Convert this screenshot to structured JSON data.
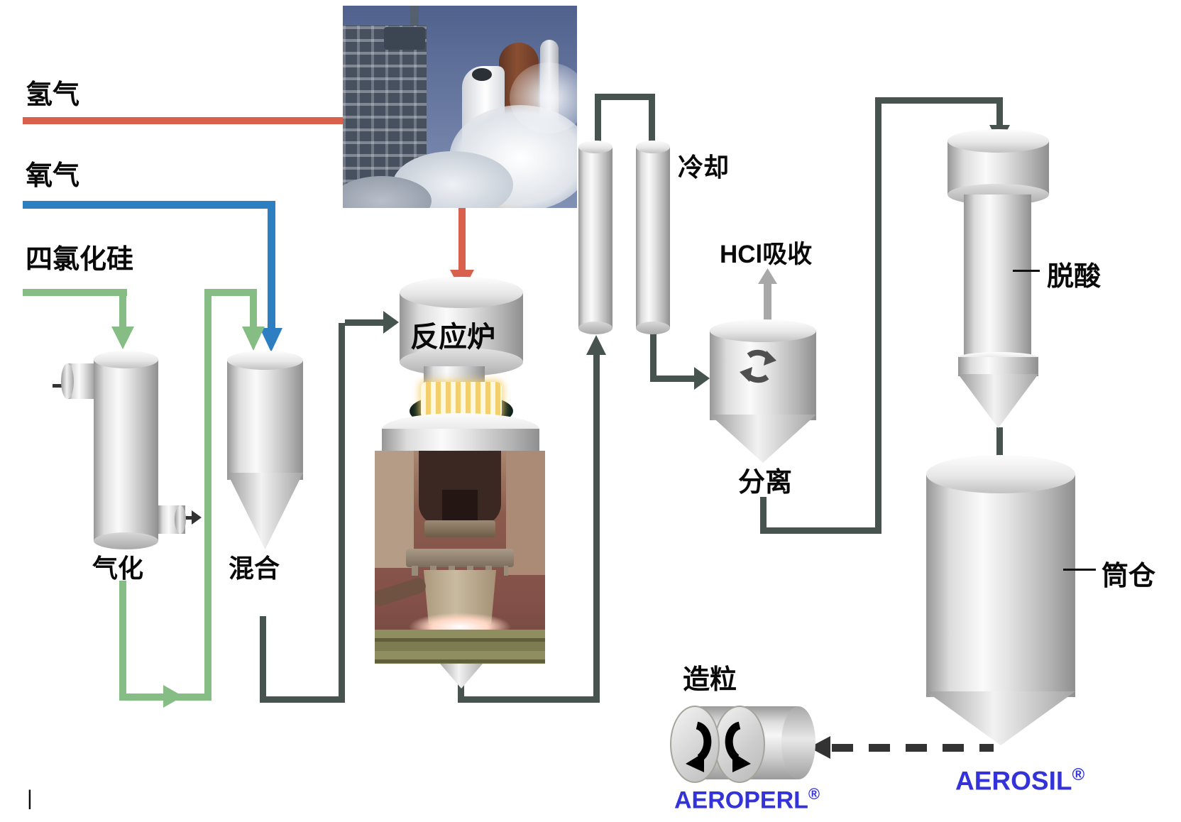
{
  "colors": {
    "hydrogen_line": "#d8604d",
    "oxygen_line": "#2e7fc2",
    "sicl4_line": "#85bd85",
    "process_pipe": "#47534f",
    "hcl_arrow": "#a8a8a8",
    "dashed_transfer": "#333333",
    "brand_text": "#3333d9",
    "burner_glow": "#f3cf6e"
  },
  "feed_labels": {
    "hydrogen": "氢气",
    "oxygen": "氧气",
    "silicon_tetrachloride": "四氯化硅"
  },
  "process_labels": {
    "vaporization": "气化",
    "mixing": "混合",
    "reaction_furnace": "反应炉",
    "cooling": "冷却",
    "hcl_absorption": "HCl吸收",
    "separation": "分离",
    "deacidification": "脱酸",
    "silo": "筒仓",
    "granulation": "造粒"
  },
  "products": {
    "aerosil": "AEROSIL",
    "aeroperl": "AEROPERL",
    "registered": "®"
  },
  "images": {
    "shuttle": "space-shuttle-launch-photo",
    "burner": "reaction-burner-flame-photo"
  },
  "icons": {
    "separator_recycle": "recycle-arrows-icon",
    "roller_left": "rotate-clockwise-icon",
    "roller_right": "rotate-counterclockwise-icon"
  },
  "footer_mark": "|"
}
